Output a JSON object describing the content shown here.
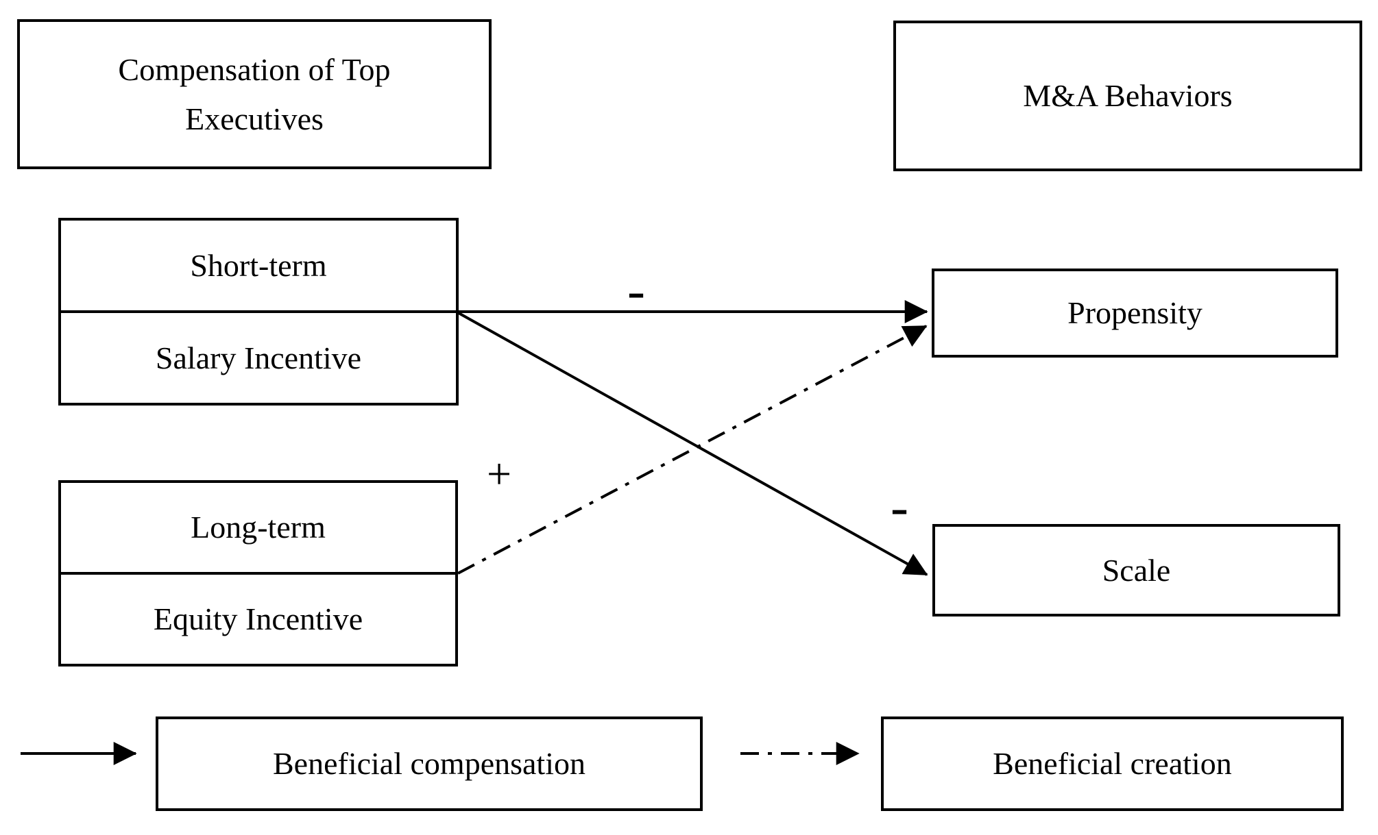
{
  "nodes": {
    "compensation": {
      "label": "Compensation of Top Executives"
    },
    "ma_behaviors": {
      "label": "M&A Behaviors"
    },
    "short_term": {
      "top": "Short-term",
      "bottom": "Salary Incentive"
    },
    "long_term": {
      "top": "Long-term",
      "bottom": "Equity Incentive"
    },
    "propensity": {
      "label": "Propensity"
    },
    "scale": {
      "label": "Scale"
    }
  },
  "edges": {
    "salary_to_propensity": {
      "from": "Salary Incentive",
      "to": "Propensity",
      "sign": "-",
      "style": "solid"
    },
    "salary_to_scale": {
      "from": "Salary Incentive",
      "to": "Scale",
      "sign": "-",
      "style": "solid"
    },
    "equity_to_propensity": {
      "from": "Equity Incentive",
      "to": "Propensity",
      "sign": "+",
      "style": "dash-dot"
    }
  },
  "legend": {
    "solid": {
      "label": "Beneficial compensation",
      "style": "solid"
    },
    "dashdot": {
      "label": "Beneficial creation",
      "style": "dash-dot"
    }
  },
  "colors": {
    "ink": "#000000",
    "background": "#ffffff"
  }
}
